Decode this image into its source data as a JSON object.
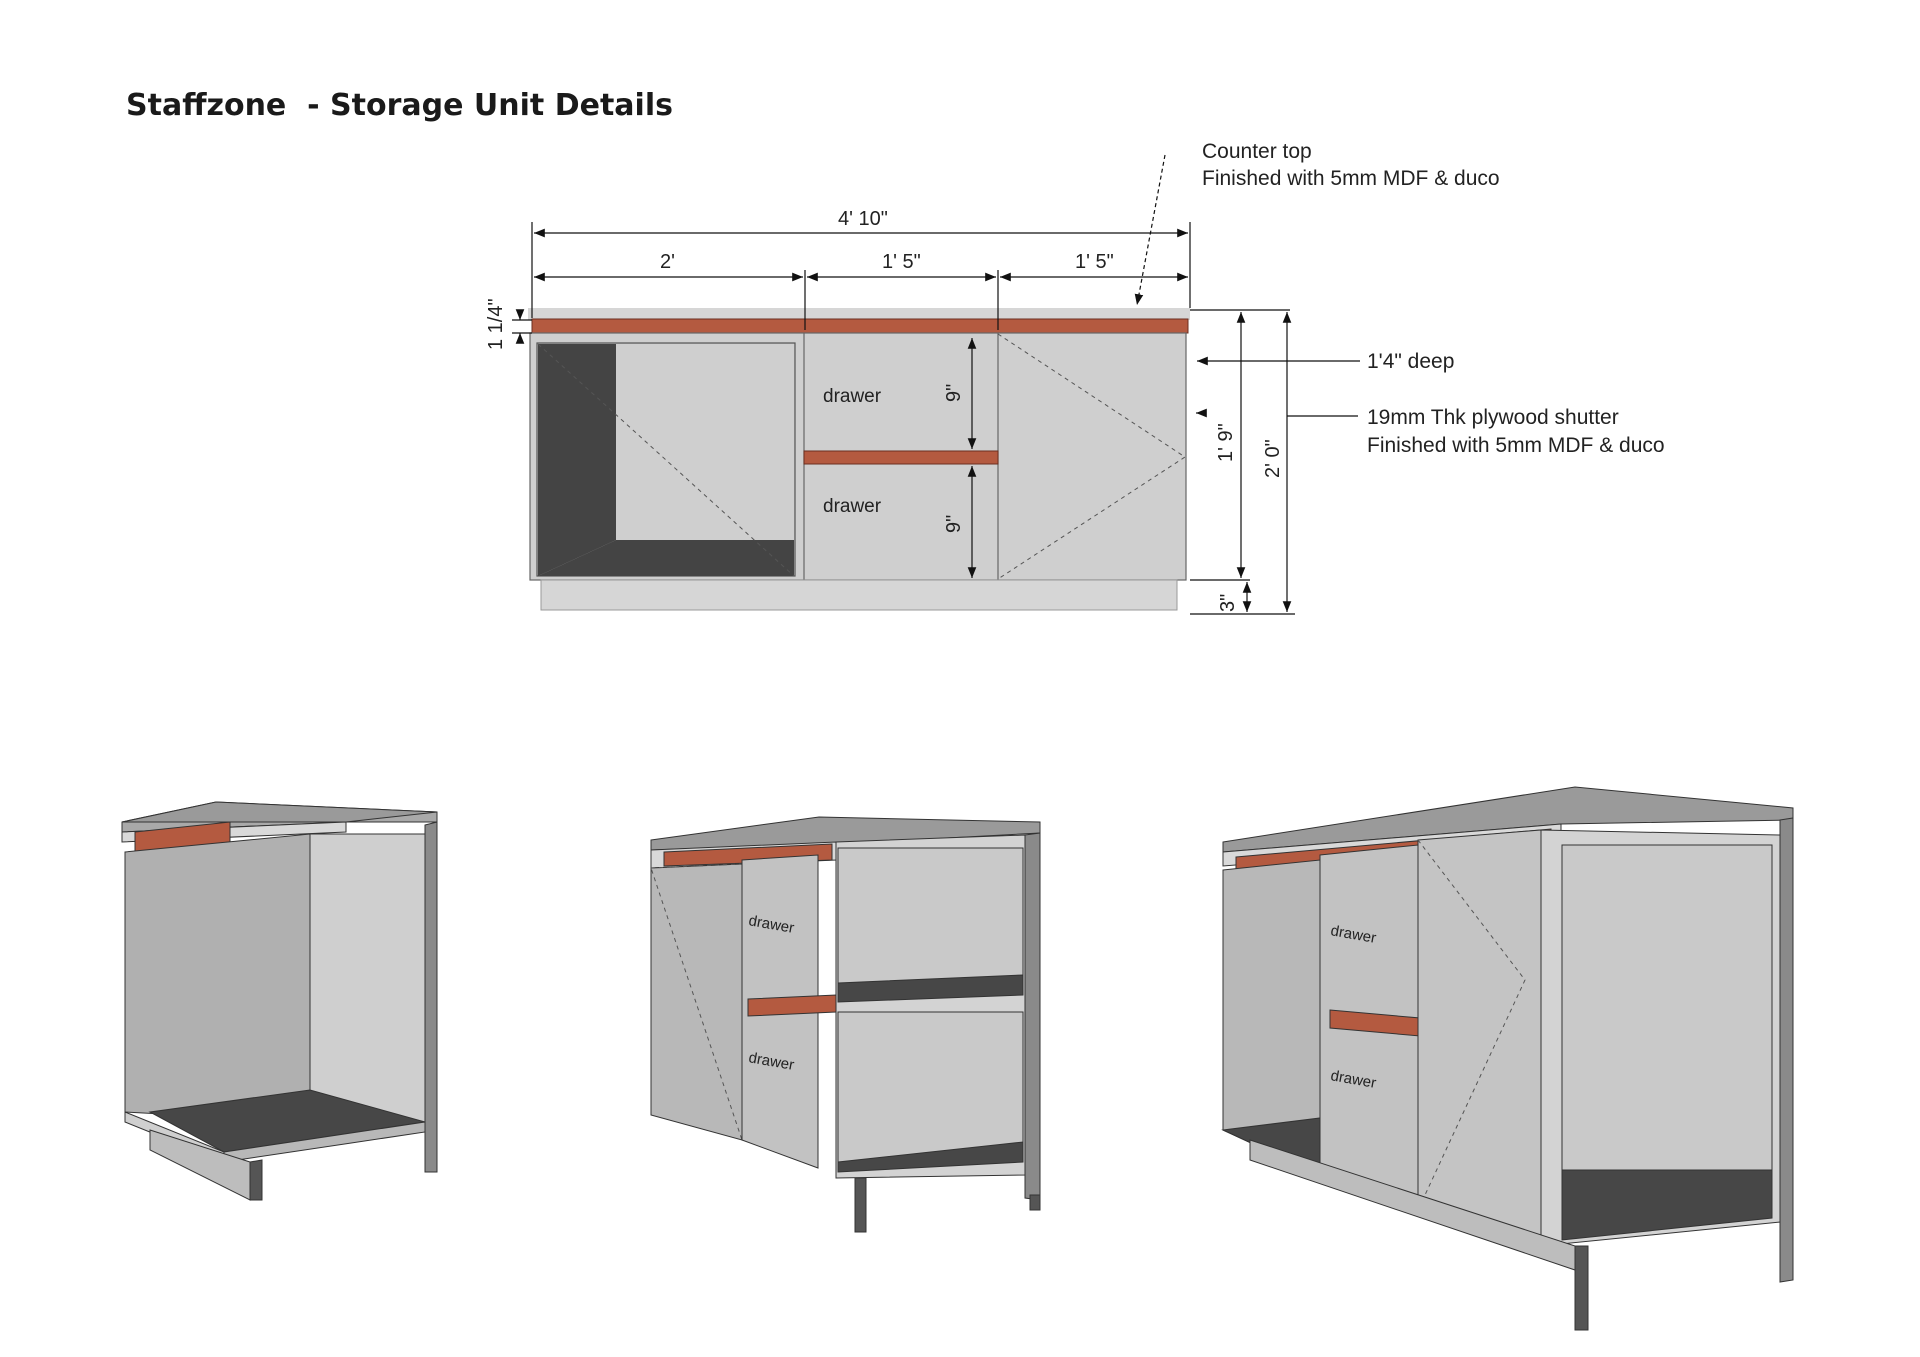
{
  "title": "Staffzone  - Storage Unit Details",
  "colors": {
    "body": "#cfcfcf",
    "panel": "#b8b8b8",
    "dark": "#474747",
    "accent": "#b45a40",
    "line": "#555555"
  },
  "elevation": {
    "overall_width": "4' 10\"",
    "sections": [
      "2'",
      "1' 5\"",
      "1' 5\""
    ],
    "top_thickness": "1 1/4\"",
    "drawer_height_1": "9\"",
    "drawer_height_2": "9\"",
    "body_height": "1' 9\"",
    "total_height": "2' 0\"",
    "plinth": "3\"",
    "drawer_label_1": "drawer",
    "drawer_label_2": "drawer"
  },
  "notes": {
    "counter_top_line1": "Counter top",
    "counter_top_line2": "Finished with 5mm MDF & duco",
    "depth": "1'4\" deep",
    "shutter_line1": "19mm Thk plywood shutter",
    "shutter_line2": "Finished with 5mm MDF & duco"
  },
  "views": {
    "middle_drawer_1": "drawer",
    "middle_drawer_2": "drawer",
    "right_drawer_1": "drawer",
    "right_drawer_2": "drawer"
  }
}
